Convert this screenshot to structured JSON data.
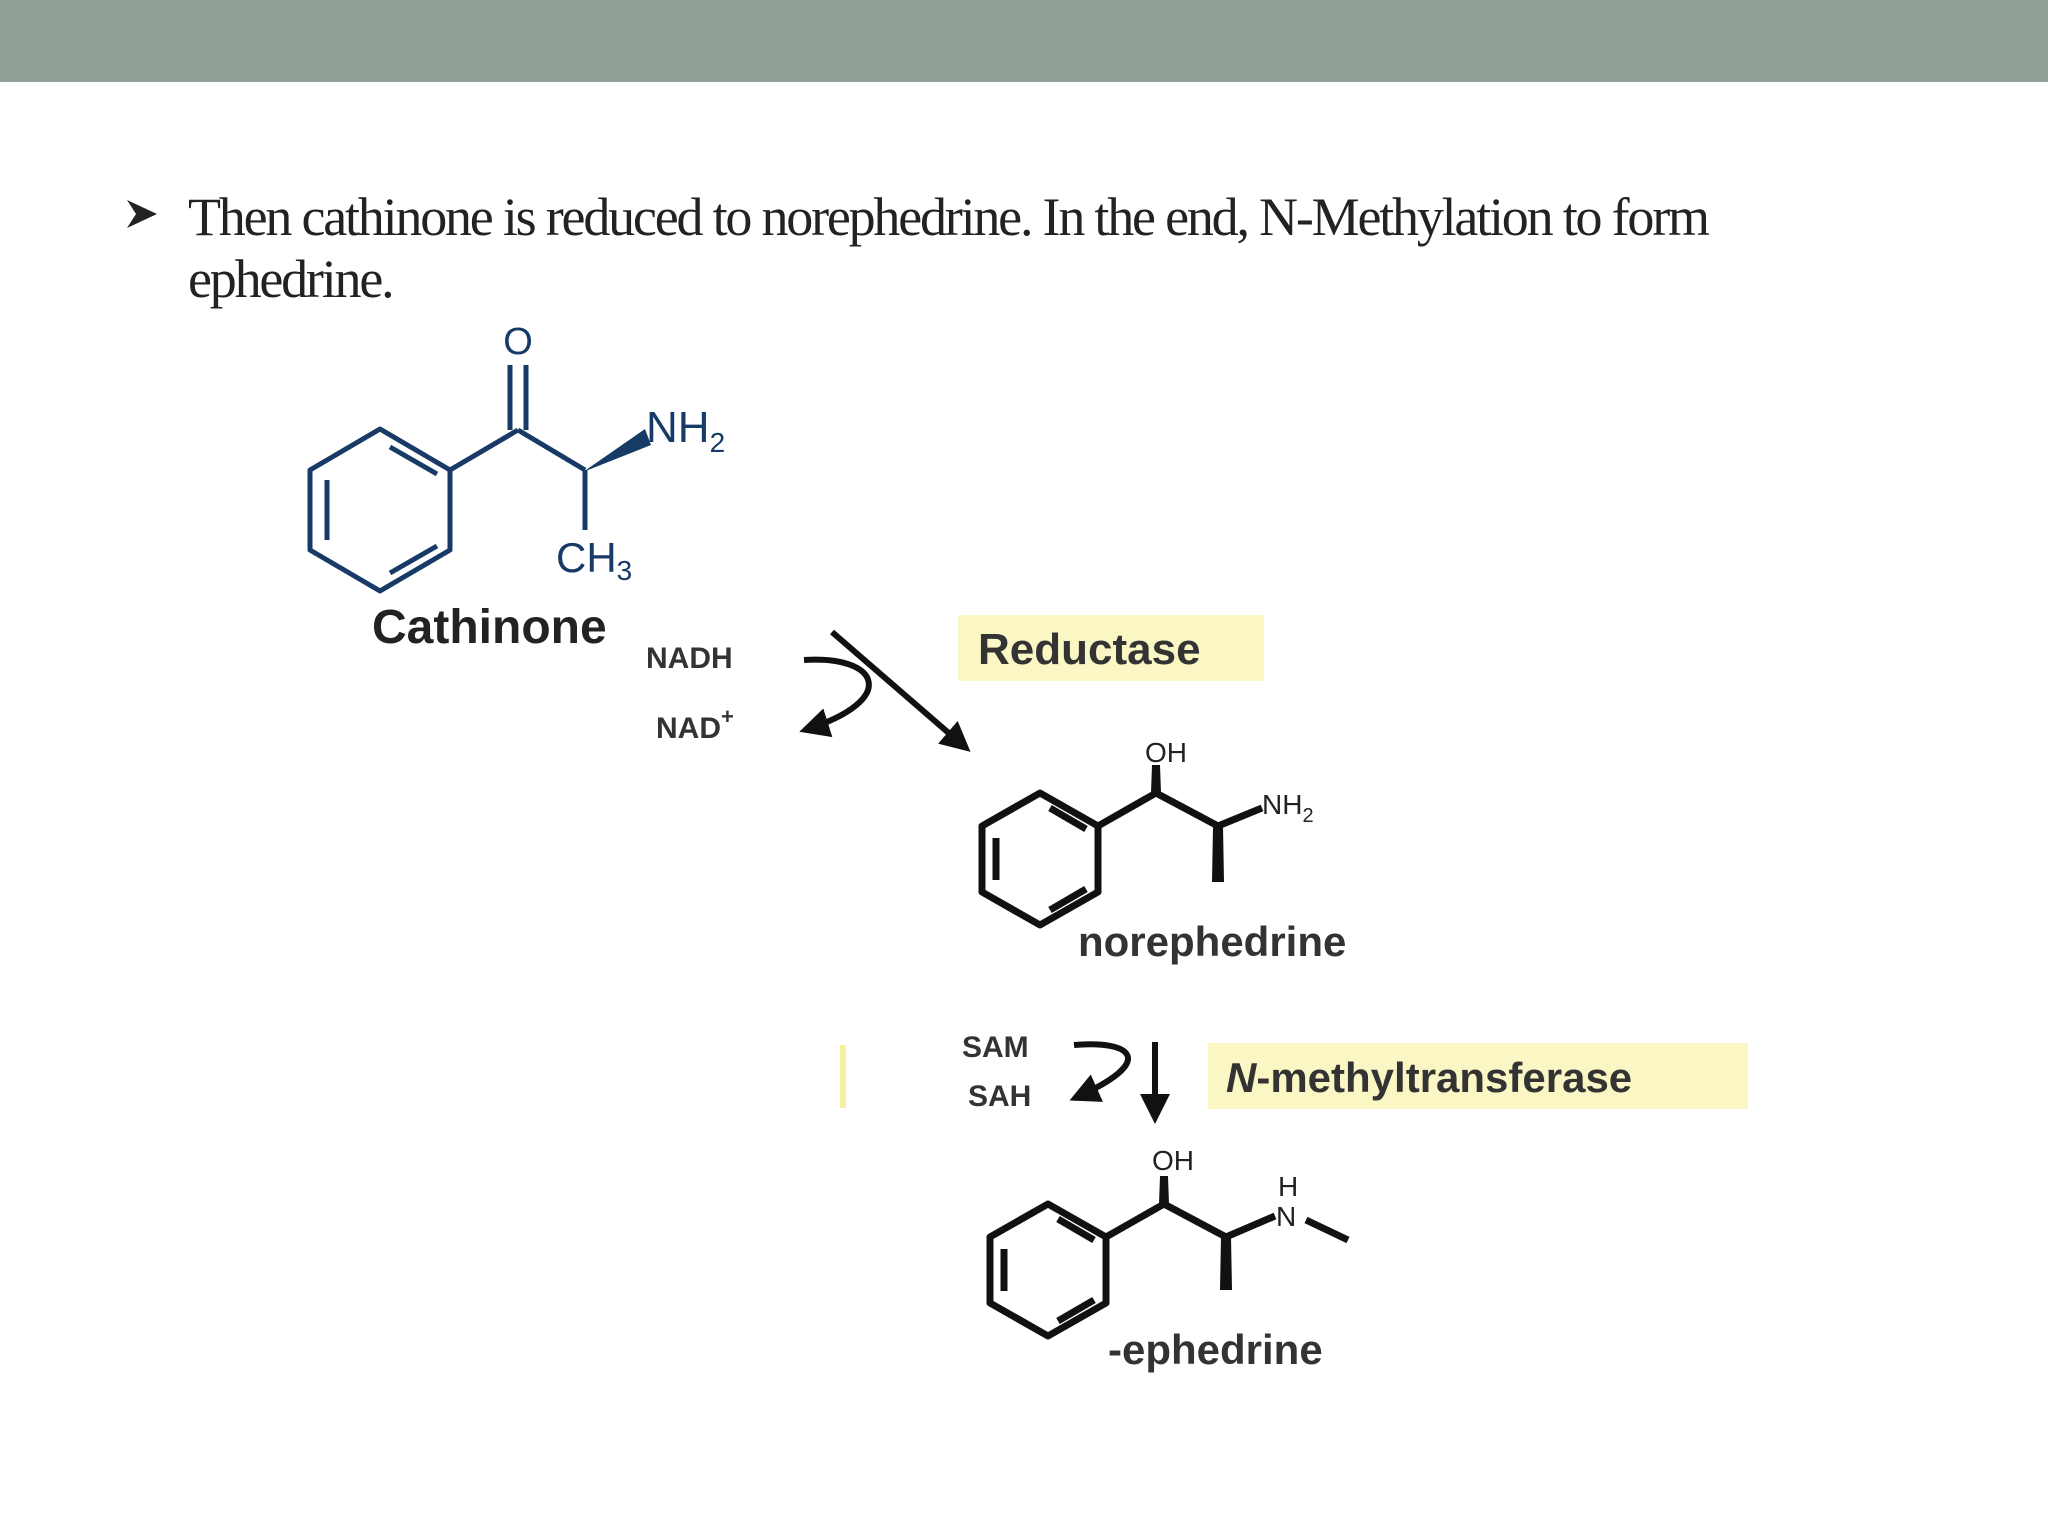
{
  "slide": {
    "bullet_text": "Then cathinone is reduced to norephedrine. In the end, N-Methylation to form ephedrine."
  },
  "colors": {
    "header_bar": "#919f97",
    "cathinone_blue": "#183a66",
    "enzyme_highlight": "#fbf7c4",
    "text": "#222222"
  },
  "cathinone": {
    "name": "Cathinone",
    "o_label": "O",
    "nh2_label": "NH",
    "nh2_sub": "2",
    "ch3_label": "CH",
    "ch3_sub": "3"
  },
  "step1": {
    "cofactor_in": "NADH",
    "cofactor_out": "NAD",
    "cofactor_out_sup": "+",
    "enzyme": "Reductase"
  },
  "norephedrine": {
    "name": "norephedrine",
    "oh_label": "OH",
    "nh2_label": "NH",
    "nh2_sub": "2"
  },
  "step2": {
    "cofactor_in": "SAM",
    "cofactor_out": "SAH",
    "enzyme_prefix": "N",
    "enzyme_rest": "-methyltransferase"
  },
  "ephedrine": {
    "name": "-ephedrine",
    "oh_label": "OH",
    "h_label": "H",
    "n_label": "N"
  }
}
